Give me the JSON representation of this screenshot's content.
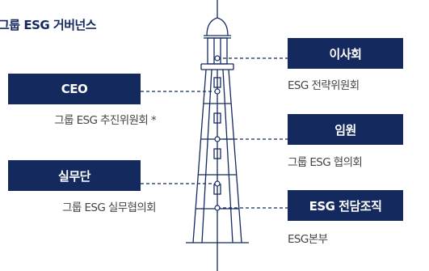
{
  "title": "그룹 ESG 거버넌스",
  "colors": {
    "navy": "#142a5e",
    "line": "#142a5e",
    "caption": "#444444"
  },
  "left": {
    "ceo": {
      "label": "CEO",
      "caption": "그룹 ESG 추진위원회 *"
    },
    "silmu": {
      "label": "실무단",
      "caption": "그룹 ESG 실무협의회"
    }
  },
  "right": {
    "board": {
      "label": "이사회",
      "caption": "ESG 전략위원회"
    },
    "exec": {
      "label": "임원",
      "caption": "그룹 ESG 협의회"
    },
    "dedicated": {
      "label": "ESG 전담조직",
      "caption": "ESG본부"
    }
  },
  "icons": {
    "tower": "lighthouse-illustration"
  }
}
